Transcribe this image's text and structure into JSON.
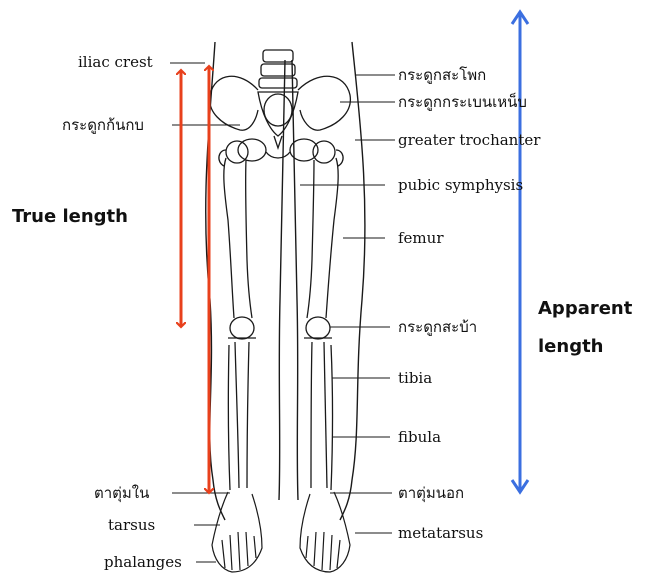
{
  "labels": {
    "iliac_crest": "iliac crest",
    "hip_bone_th": "กระดูกสะโพก",
    "sacrum_th": "กระดูกกระเบนเหน็บ",
    "greater_trochanter": "greater trochanter",
    "coccyx_th": "กระดูกก้นกบ",
    "pubic_symphysis": "pubic symphysis",
    "femur": "femur",
    "patella_th": "กระดูกสะบ้า",
    "tibia": "tibia",
    "fibula": "fibula",
    "medial_malleolus_th": "ตาตุ่มใน",
    "lateral_malleolus_th": "ตาตุ่มนอก",
    "tarsus": "tarsus",
    "metatarsus": "metatarsus",
    "phalanges": "phalanges"
  },
  "measurements": {
    "true_length": "True length",
    "apparent_length_line1": "Apparent",
    "apparent_length_line2": "length"
  },
  "colors": {
    "true_length_arrow": "#e8401c",
    "apparent_length_arrow": "#3b6fe0",
    "outline": "#1a1a1a"
  }
}
